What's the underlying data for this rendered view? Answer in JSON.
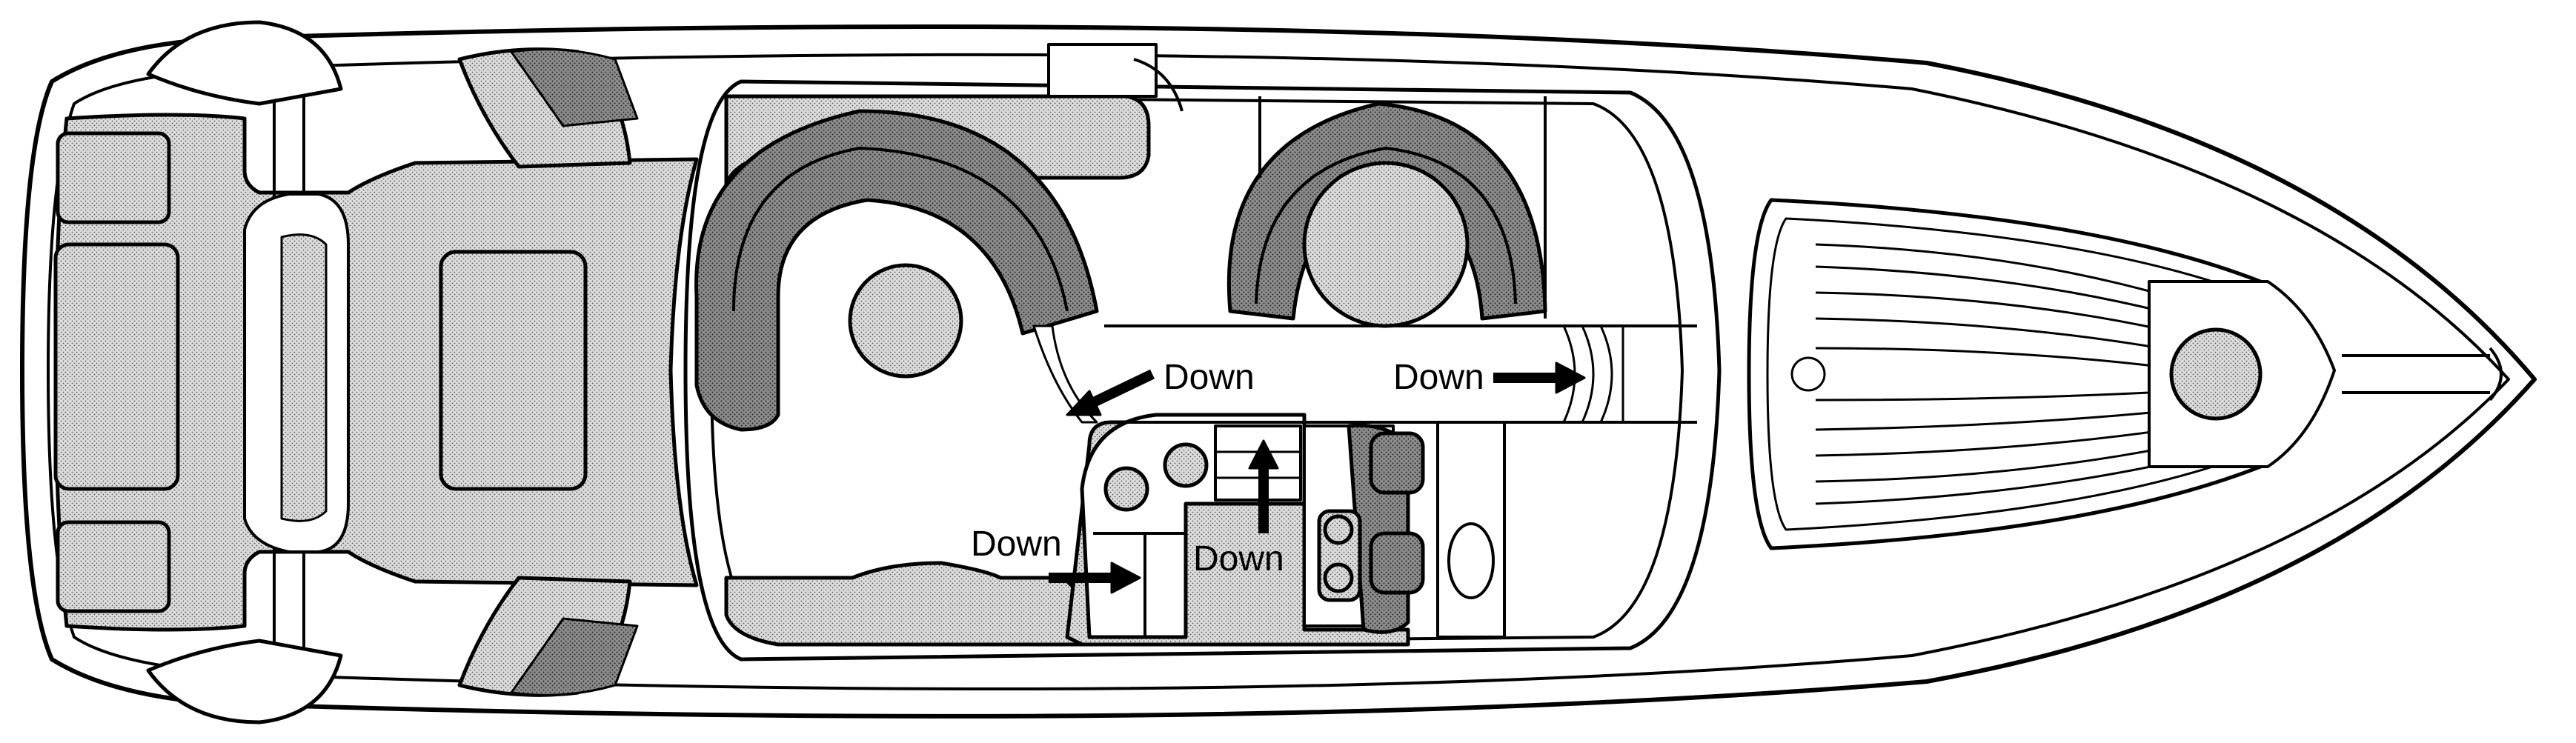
{
  "diagram": {
    "labels": {
      "down_1": "Down",
      "down_2": "Down",
      "down_3": "Down",
      "down_4": "Down"
    },
    "colors": {
      "outline": "#000000",
      "background": "#ffffff",
      "light_fill": "#d2d2d2",
      "dark_fill": "#8a8a8a"
    }
  }
}
